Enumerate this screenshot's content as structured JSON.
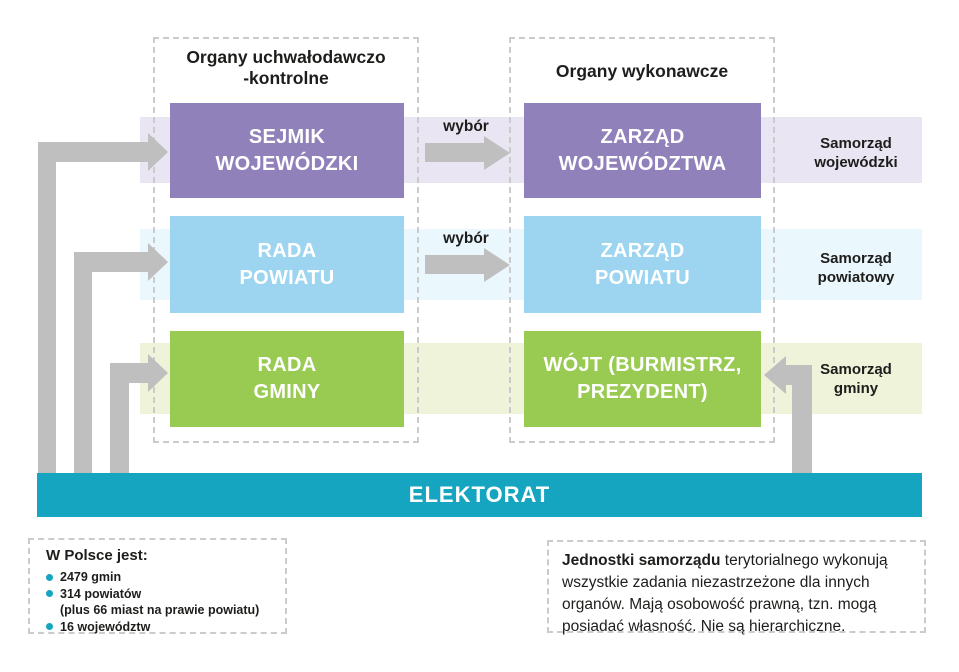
{
  "colors": {
    "purple": "#9181bb",
    "purple_band": "#e9e5f3",
    "blue": "#9dd5f0",
    "blue_band": "#eaf7fd",
    "green": "#99ca51",
    "green_band": "#eff3da",
    "teal": "#15a5c1",
    "arrow": "#bfbfbf"
  },
  "panels": {
    "left_title_line1": "Organy uchwałodawczo",
    "left_title_line2": "-kontrolne",
    "right_title": "Organy wykonawcze"
  },
  "rows": [
    {
      "left_box": {
        "line1": "SEJMIK",
        "line2": "WOJEWÓDZKI"
      },
      "arrow_label": "wybór",
      "right_box": {
        "line1": "ZARZĄD",
        "line2": "WOJEWÓDZTWA"
      },
      "side_label": {
        "line1": "Samorząd",
        "line2": "wojewódzki"
      }
    },
    {
      "left_box": {
        "line1": "RADA",
        "line2": "POWIATU"
      },
      "arrow_label": "wybór",
      "right_box": {
        "line1": "ZARZĄD",
        "line2": "POWIATU"
      },
      "side_label": {
        "line1": "Samorząd",
        "line2": "powiatowy"
      }
    },
    {
      "left_box": {
        "line1": "RADA",
        "line2": "GMINY"
      },
      "arrow_label": "",
      "right_box": {
        "line1": "WÓJT (BURMISTRZ,",
        "line2": "PREZYDENT)"
      },
      "side_label": {
        "line1": "Samorząd",
        "line2": "gminy"
      }
    }
  ],
  "elektorat": {
    "label": "ELEKTORAT"
  },
  "stats": {
    "title": "W Polsce jest:",
    "items": [
      {
        "bullet": true,
        "text": "2479 gmin"
      },
      {
        "bullet": true,
        "text": "314 powiatów"
      },
      {
        "bullet": false,
        "text": "(plus 66 miast na prawie powiatu)"
      },
      {
        "bullet": true,
        "text": "16 województw"
      }
    ]
  },
  "note": {
    "bold": "Jednostki samorządu",
    "rest": " terytorialnego wykonują wszystkie zadania niezastrzeżone dla innych organów. Mają osobowość prawną, tzn. mogą posiadać własność. Nie są hierarchiczne."
  }
}
